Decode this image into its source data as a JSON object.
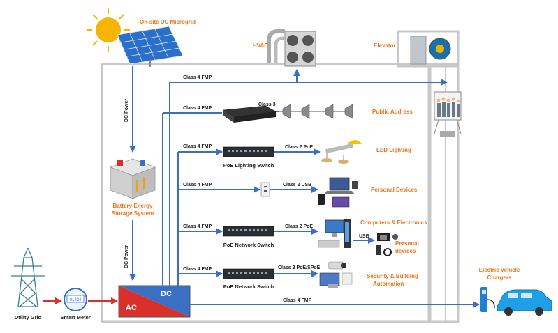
{
  "labels": {
    "microgrid": "On-site DC Microgrid",
    "hvac": "HVAC",
    "elevator": "Elevator",
    "public_address": "Public Address",
    "led_lighting": "LED Lighting",
    "personal_devices": "Personal Devices",
    "computers": "Computers & Electronics",
    "personal_devices_2a": "Personal",
    "personal_devices_2b": "devices",
    "security_a": "Security & Building",
    "security_b": "Automation",
    "battery_a": "Battery Energy",
    "battery_b": "Storage System",
    "ev_a": "Electric Vehicle",
    "ev_b": "Chargers",
    "utility_grid": "Utility Grid",
    "smart_meter": "Smart Meter",
    "meter_display": "01234",
    "ac": "AC",
    "dc": "DC",
    "dc_power_top": "DC Power",
    "dc_power_bottom": "DC Power",
    "usb": "USB"
  },
  "connections": {
    "fmp_hvac": "Class 4 FMP",
    "fmp_pa": "Class 4 FMP",
    "class3": "Class 3",
    "fmp_led": "Class 4 FMP",
    "poe_led": "Class 2 PoE",
    "fmp_personal": "Class 4 FMP",
    "usb_personal": "Class 2 USB",
    "fmp_computers": "Class 4 FMP",
    "poe_computers": "Class 2 PoE",
    "fmp_security": "Class 4 FMP",
    "poe_security": "Class 2 PoE/SPoE",
    "fmp_ev": "Class 4 FMP"
  },
  "devices": {
    "lighting_switch": "PoE Lighting Switch",
    "network_switch_1": "PoE Network Switch",
    "network_switch_2": "PoE Network Switch"
  },
  "colors": {
    "blue": "#3b6fc4",
    "red": "#d9302a",
    "orange": "#e8761e",
    "building": "#c8c8c8"
  }
}
